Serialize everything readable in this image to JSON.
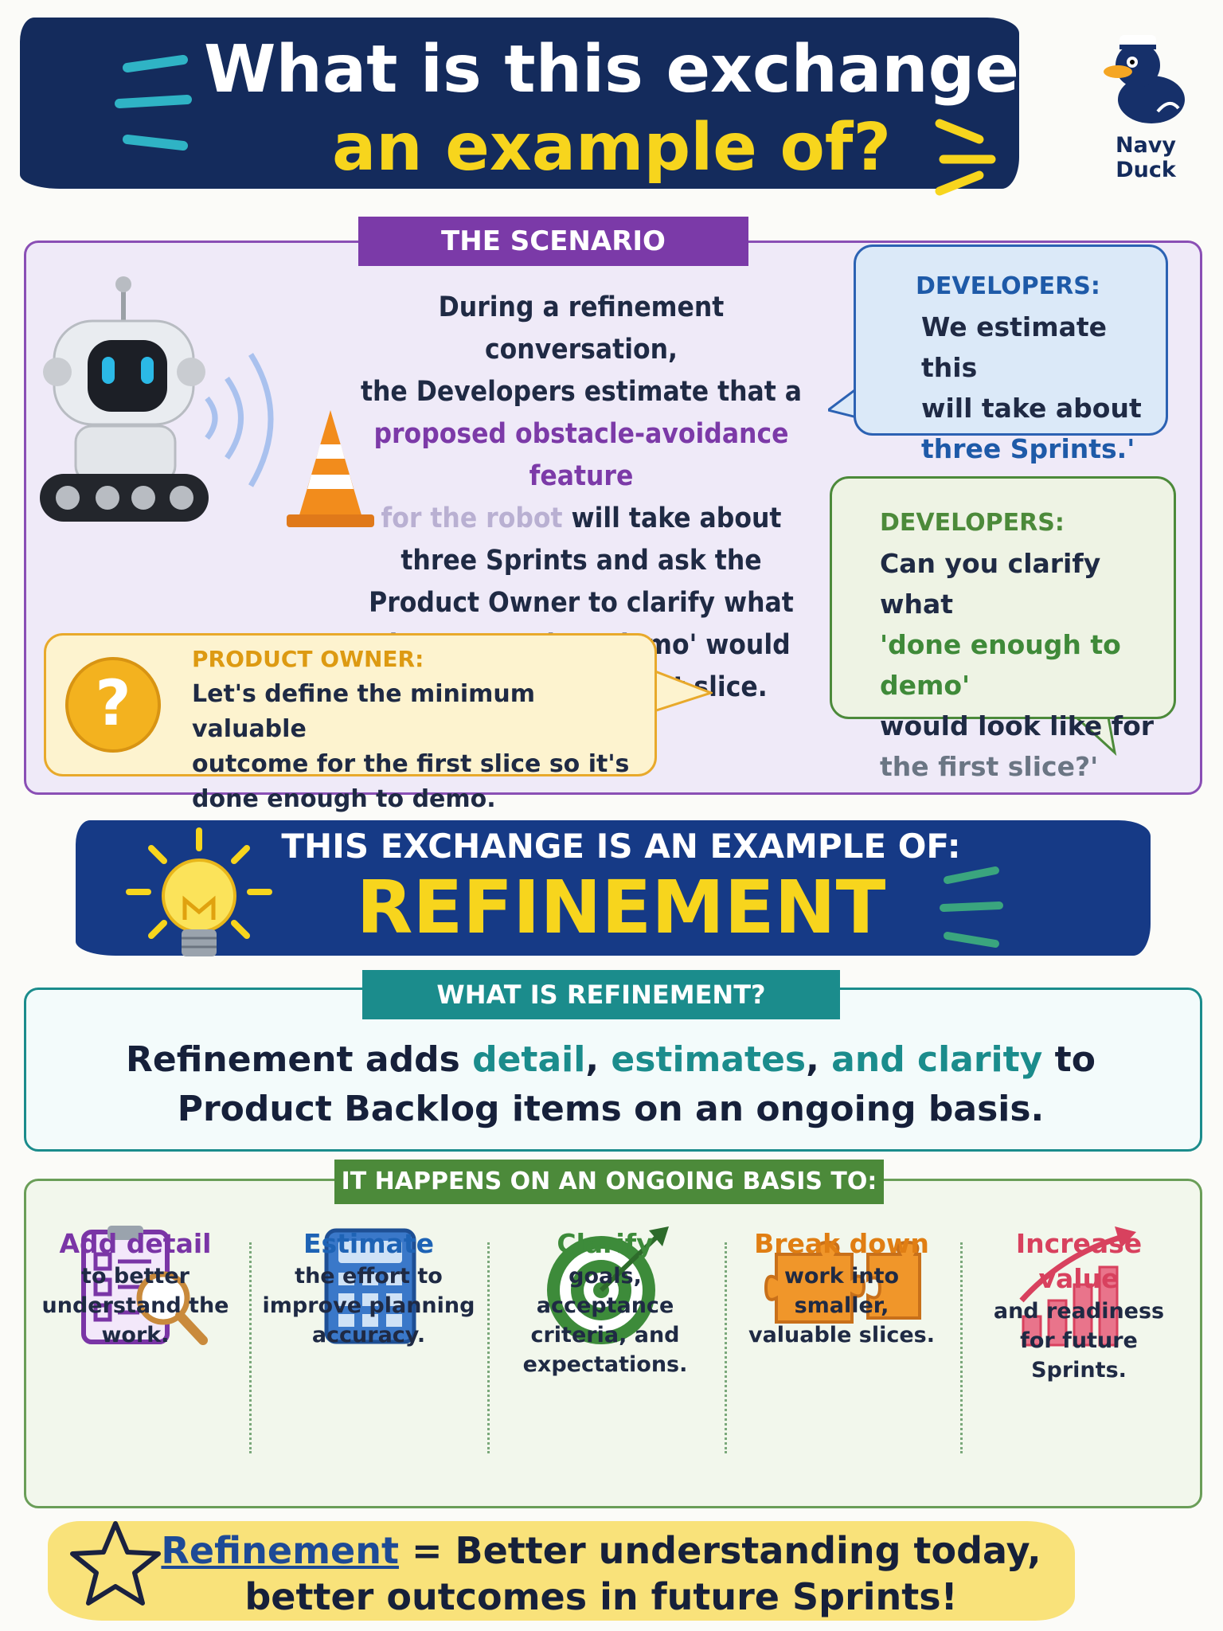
{
  "header": {
    "title_line1": "What is this exchange",
    "title_line2": "an example of?",
    "brand": "Navy Duck"
  },
  "scenario": {
    "tab": "THE SCENARIO",
    "lines": [
      "During a refinement conversation,",
      "the Developers estimate that a",
      "proposed obstacle-avoidance feature",
      "for the robot",
      "will take about",
      "three Sprints and ask the",
      "Product Owner to clarify what",
      "'done enough to demo' would",
      "look like for the first slice."
    ],
    "bubble_dev1": {
      "who": "DEVELOPERS:",
      "line1": "We estimate this",
      "line2": "will take about",
      "line3": "three Sprints.'"
    },
    "bubble_dev2": {
      "who": "DEVELOPERS:",
      "line1": "Can you clarify what",
      "line2": "'done enough to demo'",
      "line3": "would look like for",
      "line4": "the first slice?'"
    },
    "bubble_po": {
      "who": "PRODUCT OWNER:",
      "line1": "Let's define the minimum valuable",
      "line2": "outcome for the first slice so it's",
      "line3": "done enough to demo.",
      "icon_glyph": "?"
    }
  },
  "answer": {
    "lead": "THIS EXCHANGE IS AN EXAMPLE OF:",
    "term": "REFINEMENT"
  },
  "definition": {
    "tab": "WHAT IS REFINEMENT?",
    "p1": "Refinement adds ",
    "k1": "detail",
    "p2": ", ",
    "k2": "estimates",
    "p3": ", ",
    "k3": "and clarity",
    "p4": " to",
    "line2": "Product Backlog items on an ongoing basis."
  },
  "ongoing": {
    "tab": "IT HAPPENS ON AN ONGOING BASIS TO:",
    "items": [
      {
        "head": "Add detail",
        "body1": "to better",
        "body2": "understand the",
        "body3": "work.",
        "color": "#7a35a6",
        "icon": "clipboard-magnifier-icon"
      },
      {
        "head": "Estimate",
        "body1": "the effort to",
        "body2": "improve planning",
        "body3": "accuracy.",
        "color": "#1e63b5",
        "icon": "calculator-icon"
      },
      {
        "head": "Clarify",
        "body1": "goals, acceptance",
        "body2": "criteria, and",
        "body3": "expectations.",
        "color": "#3d8b3a",
        "icon": "target-icon"
      },
      {
        "head": "Break down",
        "body1": "work into smaller,",
        "body2": "valuable slices.",
        "body3": "",
        "color": "#e07e13",
        "icon": "puzzle-icon"
      },
      {
        "head": "Increase value",
        "body1": "and readiness",
        "body2": "for future",
        "body3": "Sprints.",
        "color": "#d8415e",
        "icon": "bar-growth-icon"
      }
    ]
  },
  "footer": {
    "term": "Refinement",
    "rest": " = Better understanding today,",
    "line2": "better outcomes in future Sprints!"
  },
  "colors": {
    "navy": "#142b5c",
    "yellow": "#f7d51d",
    "purple": "#7b3aa8",
    "teal": "#1b8c8c",
    "green": "#4c8a3a"
  }
}
